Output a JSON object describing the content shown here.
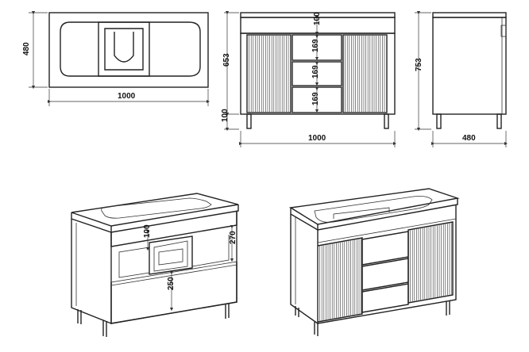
{
  "views": {
    "top": {
      "width_label": "1000",
      "depth_label": "480"
    },
    "front": {
      "body_height_label": "653",
      "leg_height_label": "100",
      "top_drawer_label": "100",
      "drawer_labels": [
        "169",
        "169",
        "169"
      ],
      "width_label": "1000"
    },
    "side": {
      "total_height_label": "753",
      "depth_label": "480"
    },
    "perspective_open": {
      "top_panel_label": "100",
      "niche_height_label": "270",
      "bottom_drawer_label": "250"
    }
  }
}
